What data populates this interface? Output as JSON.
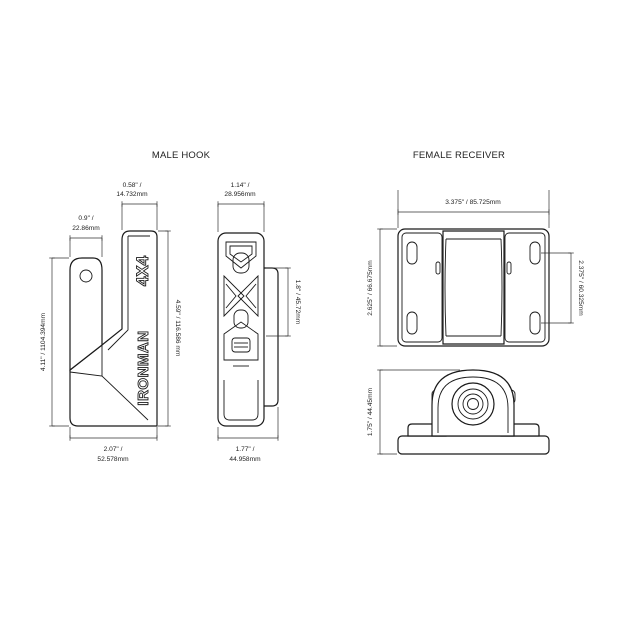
{
  "titles": {
    "male_hook": "MALE HOOK",
    "female_receiver": "FEMALE RECEIVER"
  },
  "male_hook": {
    "branding": {
      "brand": "IRONMAN",
      "model": "4X4"
    },
    "dims": {
      "tongue_thickness": [
        "0.58\" /",
        "14.732mm"
      ],
      "tongue_offset": [
        "0.9\" /",
        "22.86mm"
      ],
      "hook_height": "4.11\" / 1104.394mm",
      "overall_height": "4.59\" / 116.586 mm",
      "base_length": [
        "2.07\" /",
        "52.578mm"
      ],
      "front_width": [
        "1.14\" /",
        "28.956mm"
      ],
      "slot_height": "1.8\" / 45.72mm",
      "front_base_width": [
        "1.77\" /",
        "44.958mm"
      ]
    }
  },
  "female_receiver": {
    "dims": {
      "overall_width": "3.375\" / 85.725mm",
      "depth": "2.625\" / 66.675mm",
      "slot_spacing": "2.375\" / 60.325mm",
      "height": "1.75\" / 44.45mm"
    }
  }
}
